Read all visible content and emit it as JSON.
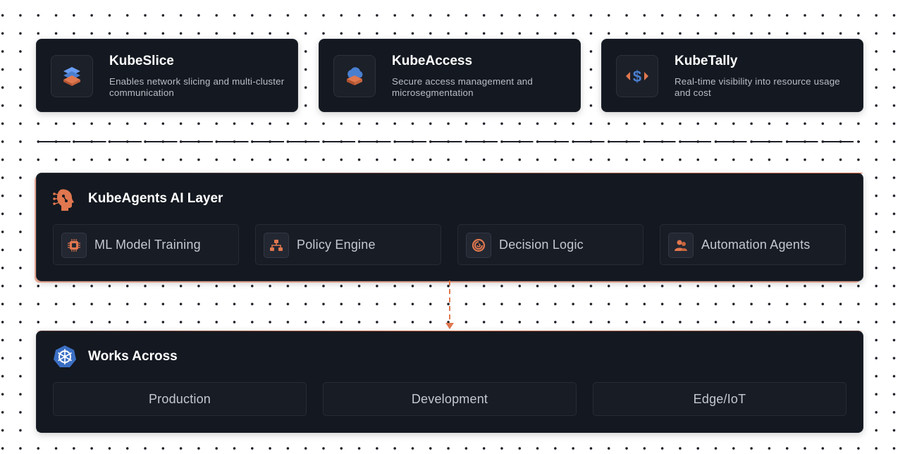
{
  "products": [
    {
      "title": "KubeSlice",
      "description": "Enables network slicing and multi-cluster communication",
      "icon": "layers-icon"
    },
    {
      "title": "KubeAccess",
      "description": "Secure access management and microsegmentation",
      "icon": "cloud-stack-icon"
    },
    {
      "title": "KubeTally",
      "description": "Real-time visibility into resource usage and cost",
      "icon": "dollar-code-icon"
    }
  ],
  "ai_layer": {
    "title": "KubeAgents AI Layer",
    "icon": "ai-head-icon",
    "components": [
      {
        "label": "ML Model Training",
        "icon": "chip-icon"
      },
      {
        "label": "Policy Engine",
        "icon": "hierarchy-icon"
      },
      {
        "label": "Decision Logic",
        "icon": "spiral-icon"
      },
      {
        "label": "Automation Agents",
        "icon": "users-icon"
      }
    ]
  },
  "works_across": {
    "title": "Works Across",
    "icon": "kubernetes-helm-icon",
    "environments": [
      "Production",
      "Development",
      "Edge/IoT"
    ]
  },
  "colors": {
    "accent": "#e0774f",
    "card_bg": "#141820",
    "blue": "#4a7fd0"
  }
}
